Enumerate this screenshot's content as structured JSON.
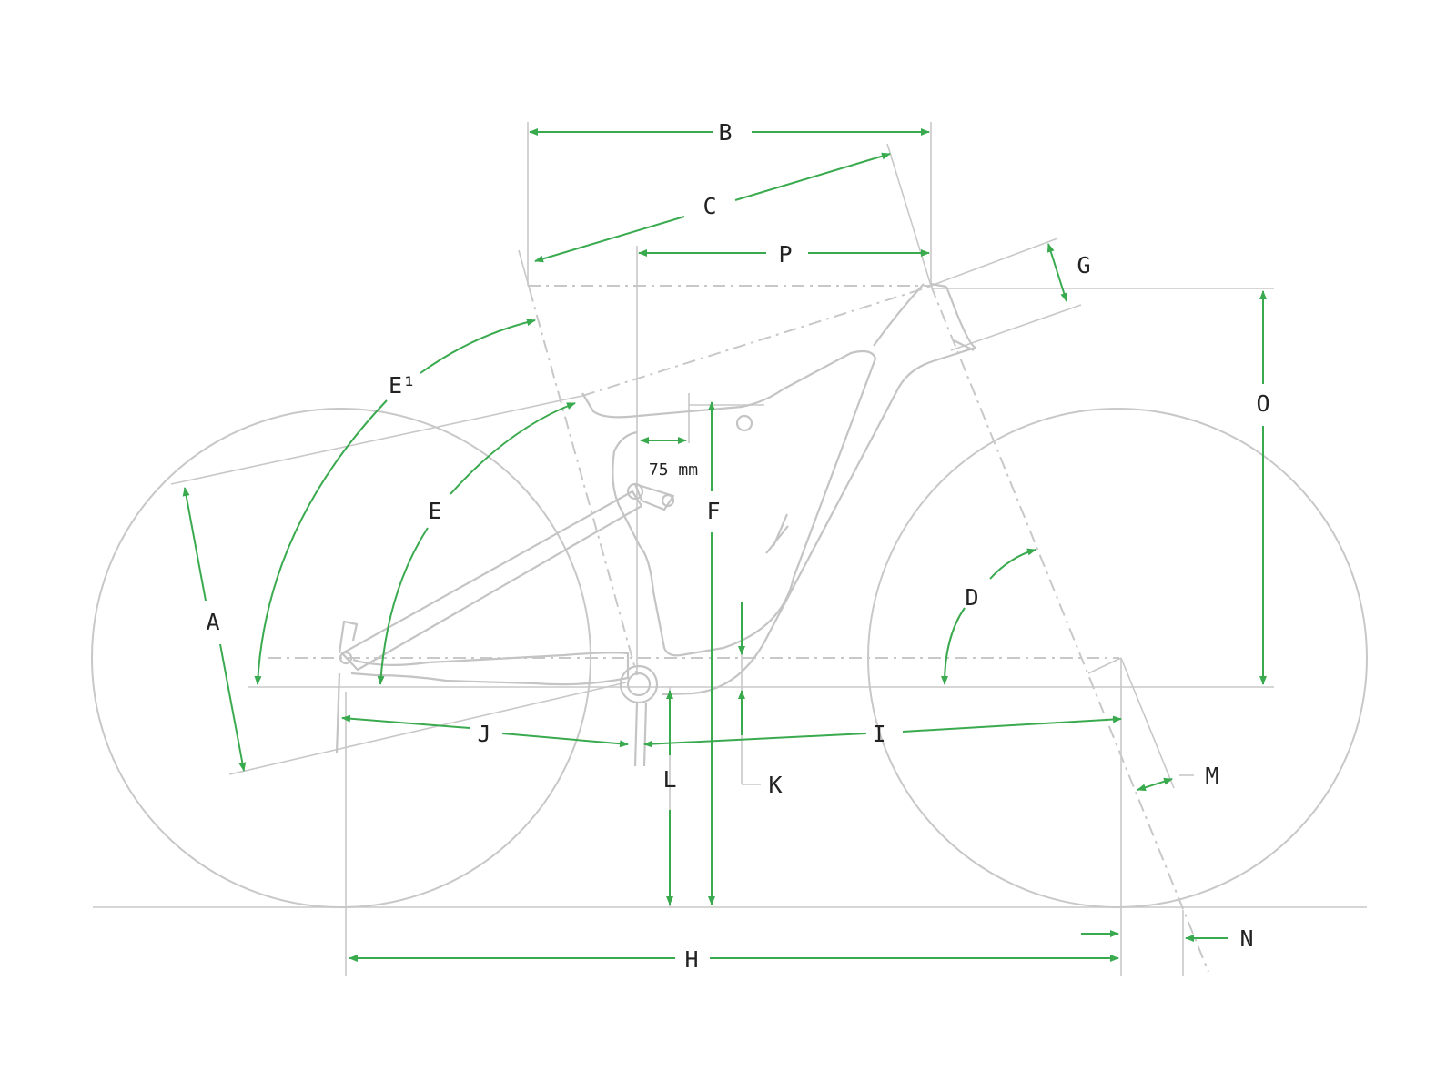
{
  "colors": {
    "dimension_arrow": "#3aaa4f",
    "geometry_line": "#c8c8c8",
    "label_text": "#222222",
    "background": "#ffffff"
  },
  "labels": {
    "A": "A",
    "B": "B",
    "C": "C",
    "D": "D",
    "E": "E",
    "E1": "E¹",
    "F": "F",
    "G": "G",
    "H": "H",
    "I": "I",
    "J": "J",
    "K": "K",
    "L": "L",
    "M": "M",
    "N": "N",
    "O": "O",
    "P": "P",
    "reach_offset": "75 mm"
  }
}
